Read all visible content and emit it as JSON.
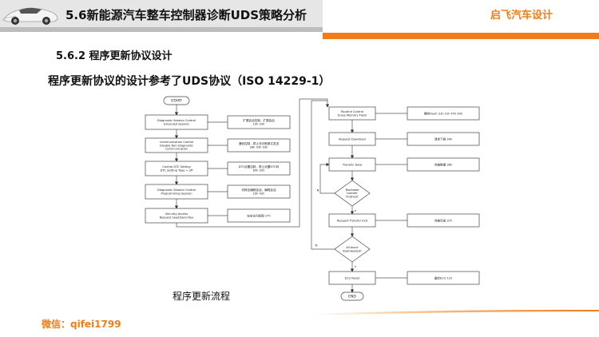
{
  "header": {
    "title": "5.6新能源汽车整车控制器诊断UDS策略分析",
    "brand": "启飞汽车设计",
    "logo_icon": "sports-car-logo",
    "accent_color": "#f07d1a"
  },
  "section_heading": "5.6.2 程序更新协议设计",
  "subtitle": "程序更新协议的设计参考了UDS协议（ISO 14229-1）",
  "diagram": {
    "start": "START",
    "end": "END",
    "left_steps": [
      {
        "service": "Diagnostic Session Control\nExtended Session",
        "note": "扩展会话控制，扩展会话\n10h 03h"
      },
      {
        "service": "Communication Control\nDisable Non-Diagnostic\nCommunication",
        "note": "通信控制，禁止非诊断报文发送\n28h 03h 03h"
      },
      {
        "service": "Control DTC Setting\nDTC Setting Type = off",
        "note": "DTC设置控制，禁止设置DTC码\n85h 02h"
      },
      {
        "service": "Diagnostic Session Control\nProgramming Session",
        "note": "切换至编程会话，编程会话\n10h 02h"
      },
      {
        "service": "Security Access\nRequest Seed/Send Key",
        "note": "安全访问权限 27h"
      }
    ],
    "right_steps": [
      {
        "service": "Routine Control\nErase Memory Flash",
        "note": "擦除Flash 31h 01h FFh 00h"
      },
      {
        "service": "Request Download",
        "note": "请求下载 34h"
      },
      {
        "service": "Transfer Data",
        "note": "传输数据 36h"
      },
      {
        "service": "Request Transfer Exit",
        "note": "传输完成 37h"
      },
      {
        "service": "ECU Reset",
        "note": "重启ECU 11h"
      }
    ],
    "decisions": [
      {
        "text": "Blockdata\ntransfer\nfinished?",
        "yes": "Y",
        "no": "N"
      },
      {
        "text": "All block\ndownloaded?",
        "yes": "Y",
        "no": "N"
      }
    ]
  },
  "caption": "程序更新流程",
  "wechat": "微信：qifei1799"
}
